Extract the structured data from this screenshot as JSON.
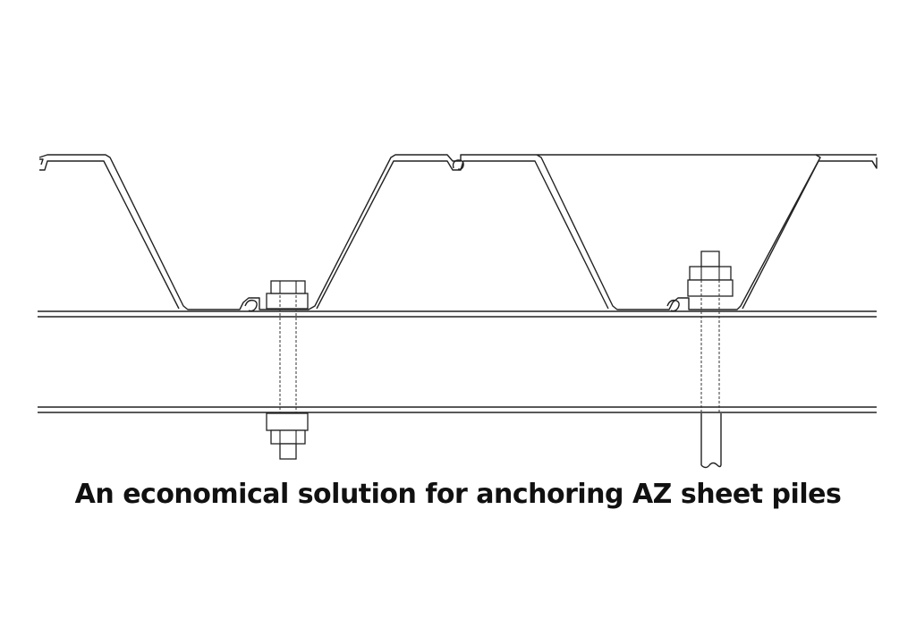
{
  "caption": "An economical solution for anchoring AZ sheet piles",
  "diagram": {
    "components": [
      {
        "id": "az-sheet-pile-wall",
        "label": "AZ sheet pile profile (trapezoidal, with interlocks)"
      },
      {
        "id": "waling-beam",
        "label": "Waling (horizontal beam)"
      },
      {
        "id": "bolt-anchor-left",
        "label": "Bolt with nuts through waling"
      },
      {
        "id": "tie-rod-anchor-right",
        "label": "Tie rod with double nut"
      }
    ],
    "colors": {
      "line": "#222222",
      "background": "#ffffff",
      "caption": "#111111"
    }
  }
}
